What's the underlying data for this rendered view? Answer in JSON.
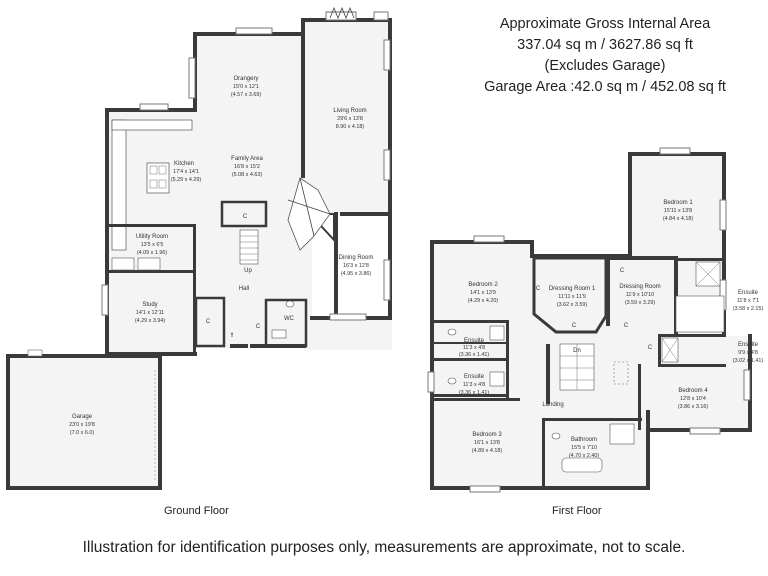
{
  "header": {
    "line1": "Approximate Gross Internal Area",
    "line2": "337.04 sq m / 3627.86 sq ft",
    "line3": "(Excludes Garage)",
    "line4": "Garage Area :42.0 sq m / 452.08 sq ft"
  },
  "floors": {
    "ground": "Ground Floor",
    "first": "First Floor"
  },
  "disclaimer": "Illustration for identification purposes only, measurements are approximate, not to scale.",
  "rooms": {
    "orangery": {
      "name": "Orangery",
      "imperial": "15'0 x 12'1",
      "metric": "(4.57 x 3.69)"
    },
    "living": {
      "name": "Living Room",
      "imperial": "29'6 x 13'8",
      "metric": "8.90 x 4.18)"
    },
    "kitchen": {
      "name": "Kitchen",
      "imperial": "17'4 x 14'1",
      "metric": "(5.29 x 4.29)"
    },
    "family": {
      "name": "Family Area",
      "imperial": "16'8 x 15'2",
      "metric": "(5.08 x 4.63)"
    },
    "utility": {
      "name": "Utility Room",
      "imperial": "13'5 x 6'5",
      "metric": "(4.09 x 1.96)"
    },
    "dining": {
      "name": "Dining Room",
      "imperial": "16'3 x 12'8",
      "metric": "(4.95 x 3.86)"
    },
    "study": {
      "name": "Study",
      "imperial": "14'1 x 12'11",
      "metric": "(4.29 x 3.94)"
    },
    "garage": {
      "name": "Garage",
      "imperial": "23'0 x 19'8",
      "metric": "(7.0 x 6.0)"
    },
    "bed1": {
      "name": "Bedroom 1",
      "imperial": "15'11 x 13'8",
      "metric": "(4.84 x 4.18)"
    },
    "bed2": {
      "name": "Bedroom 2",
      "imperial": "14'1 x 13'9",
      "metric": "(4.29 x 4.20)"
    },
    "dress1": {
      "name": "Dressing Room 1",
      "imperial": "11'11 x 11'9",
      "metric": "(3.62 x 3.59)"
    },
    "dress2": {
      "name": "Dressing Room",
      "imperial": "11'9 x 10'10",
      "metric": "(3.59 x 3.29)"
    },
    "ensuite1": {
      "name": "Ensuite",
      "imperial": "11'8 x 7'1",
      "metric": "(3.58 x 2.15)"
    },
    "ensuite2": {
      "name": "Ensuite",
      "imperial": "9'9 x 4'8",
      "metric": "(3.02 x 1.41)"
    },
    "ensuite3": {
      "name": "Ensuite",
      "imperial": "11'3 x 4'8",
      "metric": "(3.36 x 1.41)"
    },
    "ensuite4": {
      "name": "Ensuite",
      "imperial": "11'3 x 4'8",
      "metric": "(3.36 x 1.41)"
    },
    "bed4": {
      "name": "Bedroom 4",
      "imperial": "12'8 x 10'4",
      "metric": "(3.86 x 3.16)"
    },
    "bed3": {
      "name": "Bedroom 3",
      "imperial": "16'1 x 13'8",
      "metric": "(4.89 x 4.18)"
    },
    "bathroom": {
      "name": "Bathroom",
      "imperial": "15'5 x 7'10",
      "metric": "(4.70 x 2.40)"
    }
  },
  "labels": {
    "hall": "Hall",
    "wc": "WC",
    "landing": "Landing",
    "up": "Up",
    "dn": "Dn",
    "cupboard": "C",
    "entrance": "⇑"
  }
}
